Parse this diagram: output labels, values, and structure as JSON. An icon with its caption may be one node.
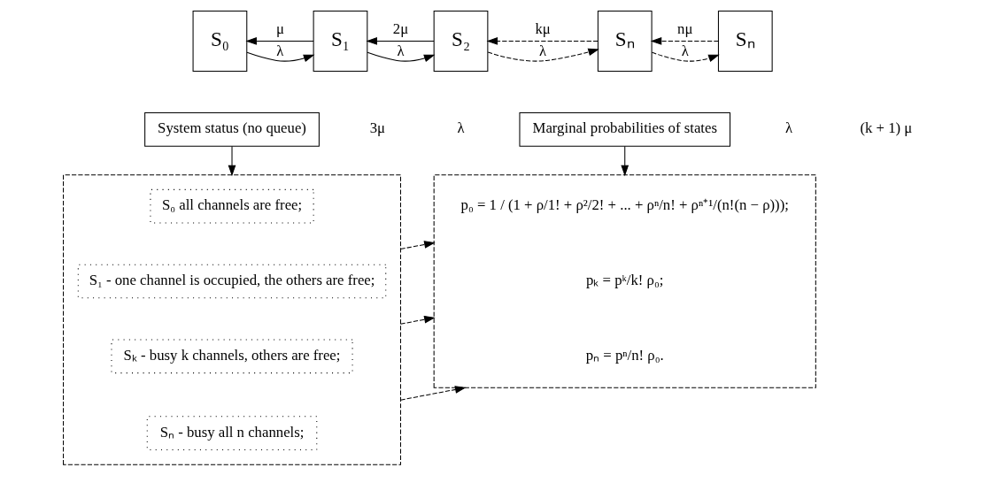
{
  "diagram": {
    "nodes": [
      {
        "text": [
          "S₀"
        ]
      },
      {
        "text": [
          "S₁"
        ]
      },
      {
        "text": [
          "S₂"
        ]
      },
      {
        "text": [
          "Sₙ"
        ]
      },
      {
        "text": [
          "Sₙ"
        ]
      },
      {
        "text": [
          "System status (no queue)"
        ]
      },
      {
        "text": [
          "Marginal probabilities of states"
        ]
      },
      {
        "text": [],
        "shape": "box"
      },
      {
        "text": [
          "S₀ all channels are free;"
        ],
        "in": 7
      },
      {
        "text": [
          "S₁ - one channel is occupied, the others are free;"
        ],
        "in": 7
      },
      {
        "text": [
          "Sₖ - busy k channels, others are free;"
        ],
        "in": 7
      },
      {
        "text": [
          "Sₙ - busy all n channels;"
        ],
        "in": 7
      },
      {
        "text": [],
        "shape": "box"
      },
      {
        "text": [
          "p₀ = 1 / (1 + ρ/1! + ρ²/2! + ... + ρⁿ/n! + ρⁿ⁺¹/(n!(n − ρ)));"
        ],
        "in": 12
      },
      {
        "text": [
          "pₖ = pᵏ/k! ρ₀;"
        ],
        "in": 12
      },
      {
        "text": [
          "pₙ = pⁿ/n! ρ₀."
        ],
        "in": 12
      }
    ],
    "edges": [
      {
        "from": 0,
        "to": 1,
        "arrow": "to",
        "label": "λ"
      },
      {
        "from": 1,
        "to": 0,
        "arrow": "to",
        "label": "μ"
      },
      {
        "from": 1,
        "to": 2,
        "arrow": "to",
        "label": "λ"
      },
      {
        "from": 2,
        "to": 1,
        "arrow": "to",
        "label": "2μ"
      },
      {
        "from": 2,
        "to": 3,
        "arrow": "to",
        "label": "λ",
        "style": "dashed"
      },
      {
        "from": 3,
        "to": 2,
        "arrow": "to",
        "label": "kμ",
        "style": "dashed"
      },
      {
        "from": 3,
        "to": 4,
        "arrow": "to",
        "label": "λ",
        "style": "dashed"
      },
      {
        "from": 4,
        "to": 3,
        "arrow": "to",
        "label": "nμ",
        "style": "dashed"
      },
      {
        "from": 5,
        "to": 7,
        "arrow": "to"
      },
      {
        "from": 6,
        "to": 12,
        "arrow": "to"
      },
      {
        "from": 7,
        "to": 12,
        "arrow": "to",
        "style": "dashed"
      },
      {
        "from": 7,
        "to": 12,
        "arrow": "to",
        "style": "dashed"
      },
      {
        "from": 7,
        "to": 12,
        "arrow": "to",
        "style": "dashed"
      }
    ],
    "labels": [
      "λ",
      "3μ",
      "λ",
      "(k + 1) μ"
    ]
  }
}
